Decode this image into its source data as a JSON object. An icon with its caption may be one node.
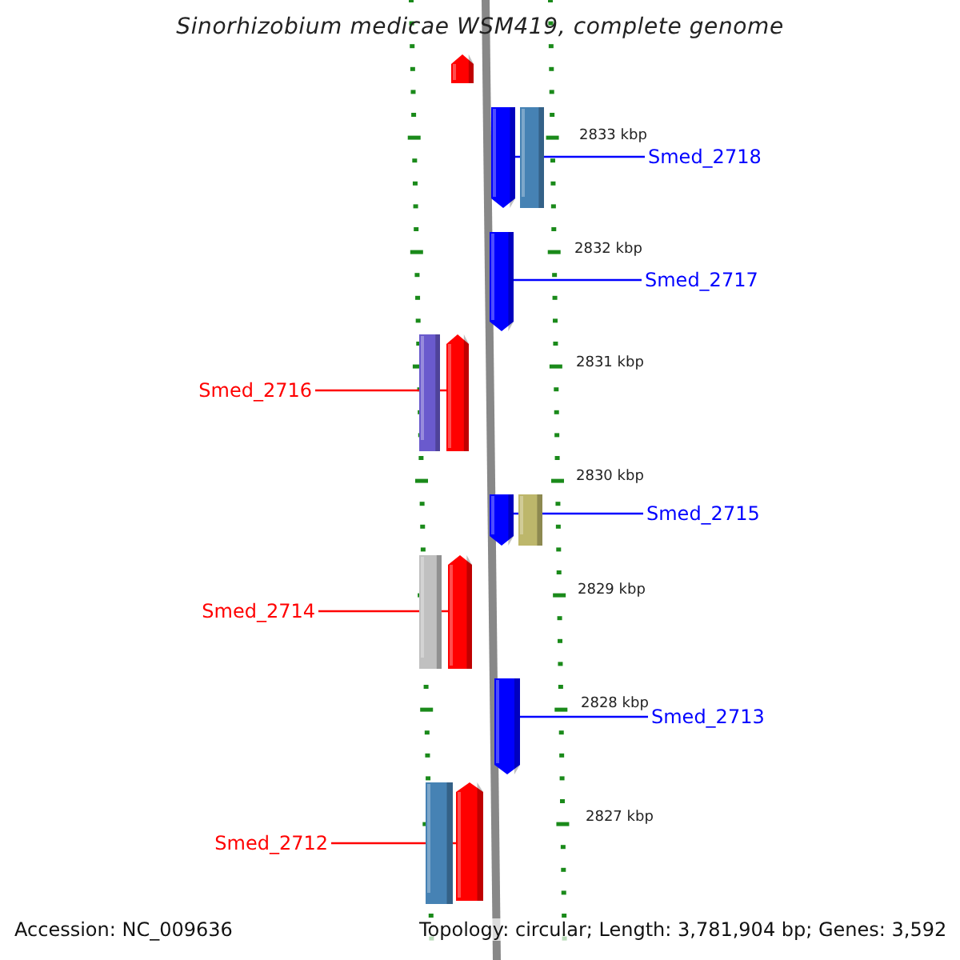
{
  "diagram": {
    "title": "Sinorhizobium medicae WSM419, complete genome",
    "nodes": [
      {
        "text": [],
        "shape": "pentagon"
      },
      {
        "text": [],
        "shape": "pentagon"
      },
      {
        "text": [],
        "shape": "bar"
      },
      {
        "text": [
          "Smed_2718"
        ]
      },
      {
        "text": [],
        "shape": "pentagon"
      },
      {
        "text": [
          "Smed_2717"
        ]
      },
      {
        "text": [
          "Smed_2716"
        ]
      },
      {
        "text": [],
        "shape": "bar"
      },
      {
        "text": [],
        "shape": "pentagon"
      },
      {
        "text": [],
        "shape": "pentagon"
      },
      {
        "text": [],
        "shape": "bar"
      },
      {
        "text": [
          "Smed_2715"
        ]
      },
      {
        "text": [
          "Smed_2714"
        ]
      },
      {
        "text": [],
        "shape": "bar"
      },
      {
        "text": [],
        "shape": "pentagon"
      },
      {
        "text": [],
        "shape": "pentagon"
      },
      {
        "text": [
          "Smed_2713"
        ]
      },
      {
        "text": [
          "Smed_2712"
        ]
      },
      {
        "text": [],
        "shape": "bar"
      },
      {
        "text": [],
        "shape": "pentagon"
      }
    ],
    "edges": [
      {
        "from": 3,
        "to": 1,
        "arrow": "none"
      },
      {
        "from": 5,
        "to": 4,
        "arrow": "none"
      },
      {
        "from": 6,
        "to": 8,
        "arrow": "none",
        "color": "#ff0000"
      },
      {
        "from": 11,
        "to": 9,
        "arrow": "none"
      },
      {
        "from": 12,
        "to": 14,
        "arrow": "none",
        "color": "#ff0000"
      },
      {
        "from": 16,
        "to": 15,
        "arrow": "none"
      },
      {
        "from": 17,
        "to": 19,
        "arrow": "none",
        "color": "#ff0000"
      }
    ],
    "labels": [
      "2833 kbp",
      "2832 kbp",
      "2831 kbp",
      "2830 kbp",
      "2829 kbp",
      "2828 kbp",
      "2827 kbp",
      "Accession: NC_009636",
      "Topology: circular; Length: 3,781,904 bp; Genes: 3,592"
    ]
  }
}
